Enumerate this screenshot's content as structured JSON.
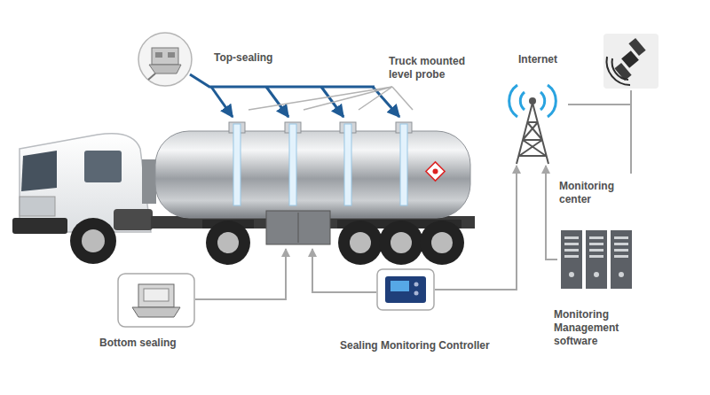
{
  "diagram": {
    "nodes": [
      {
        "text": [
          "Top-sealing"
        ]
      },
      {
        "text": [
          "Bottom sealing"
        ]
      },
      {
        "text": [
          "Sealing Monitoring Controller"
        ]
      },
      {
        "text": [
          "Internet"
        ]
      },
      {
        "text": [
          "Monitoring Management software"
        ]
      }
    ],
    "edges": [
      {
        "from": 2,
        "to": 3,
        "arrow": "to"
      },
      {
        "from": 4,
        "to": 3,
        "arrow": "to"
      }
    ],
    "labels": [
      "Truck mounted level probe",
      "Monitoring center"
    ]
  }
}
